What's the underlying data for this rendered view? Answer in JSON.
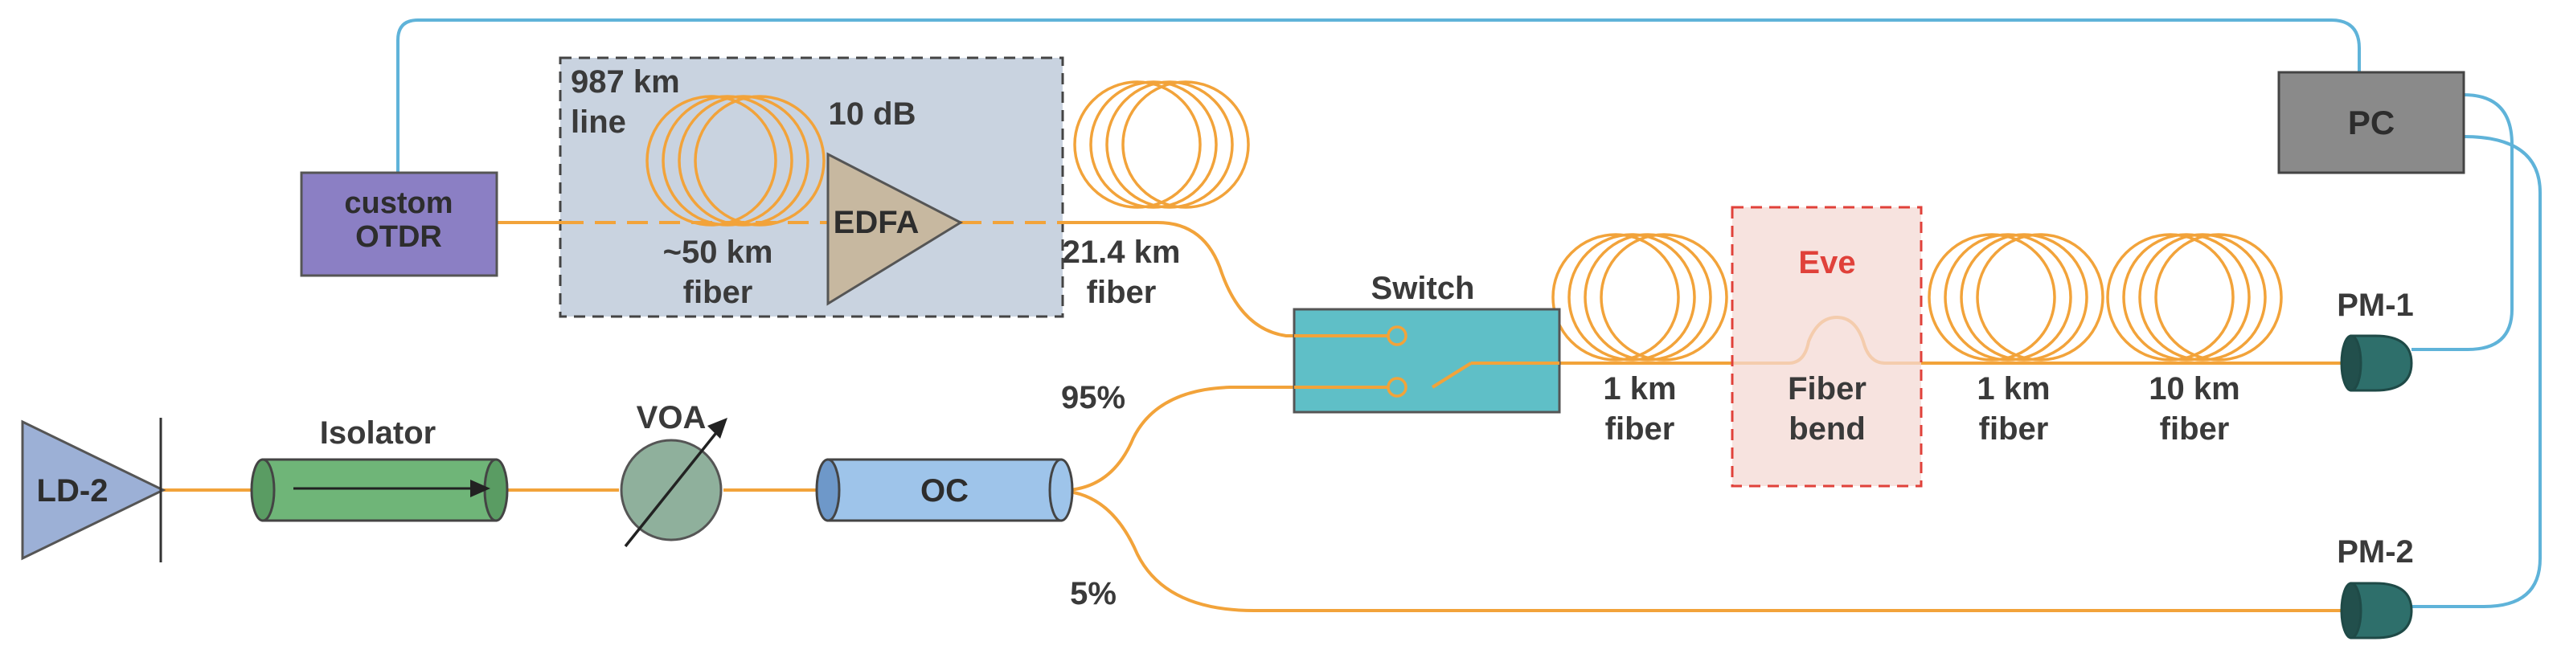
{
  "components": {
    "otdr": "custom\nOTDR",
    "edfa": "EDFA",
    "switch": "Switch",
    "pc": "PC",
    "ld": "LD-2",
    "isolator": "Isolator",
    "voa": "VOA",
    "oc": "OC",
    "pm1": "PM-1",
    "pm2": "PM-2",
    "eve": "Eve"
  },
  "labels": {
    "line_span": "987 km\nline",
    "gain": "10 dB",
    "span_fiber": "~50 km\nfiber",
    "fiber_21": "21.4 km\nfiber",
    "fiber_1a": "1 km\nfiber",
    "fiber_bend": "Fiber\nbend",
    "fiber_1b": "1 km\nfiber",
    "fiber_10": "10 km\nfiber",
    "split_95": "95%",
    "split_5": "5%"
  },
  "colors": {
    "fiber": "#f2a33a",
    "cable": "#5fb3d9",
    "otdr_box": "#8b7fc4",
    "line_box": "#c9d3e0",
    "edfa": "#c7b8a0",
    "switch_box": "#5fbfc7",
    "pc_box": "#8a8a8a",
    "ld": "#9cb0d6",
    "isolator": "#6fb578",
    "voa": "#8fb09c",
    "oc": "#9ec4ea",
    "pm": "#2e6f6b",
    "eve_box": "#f4d9d4",
    "eve_text": "#e0413a"
  }
}
